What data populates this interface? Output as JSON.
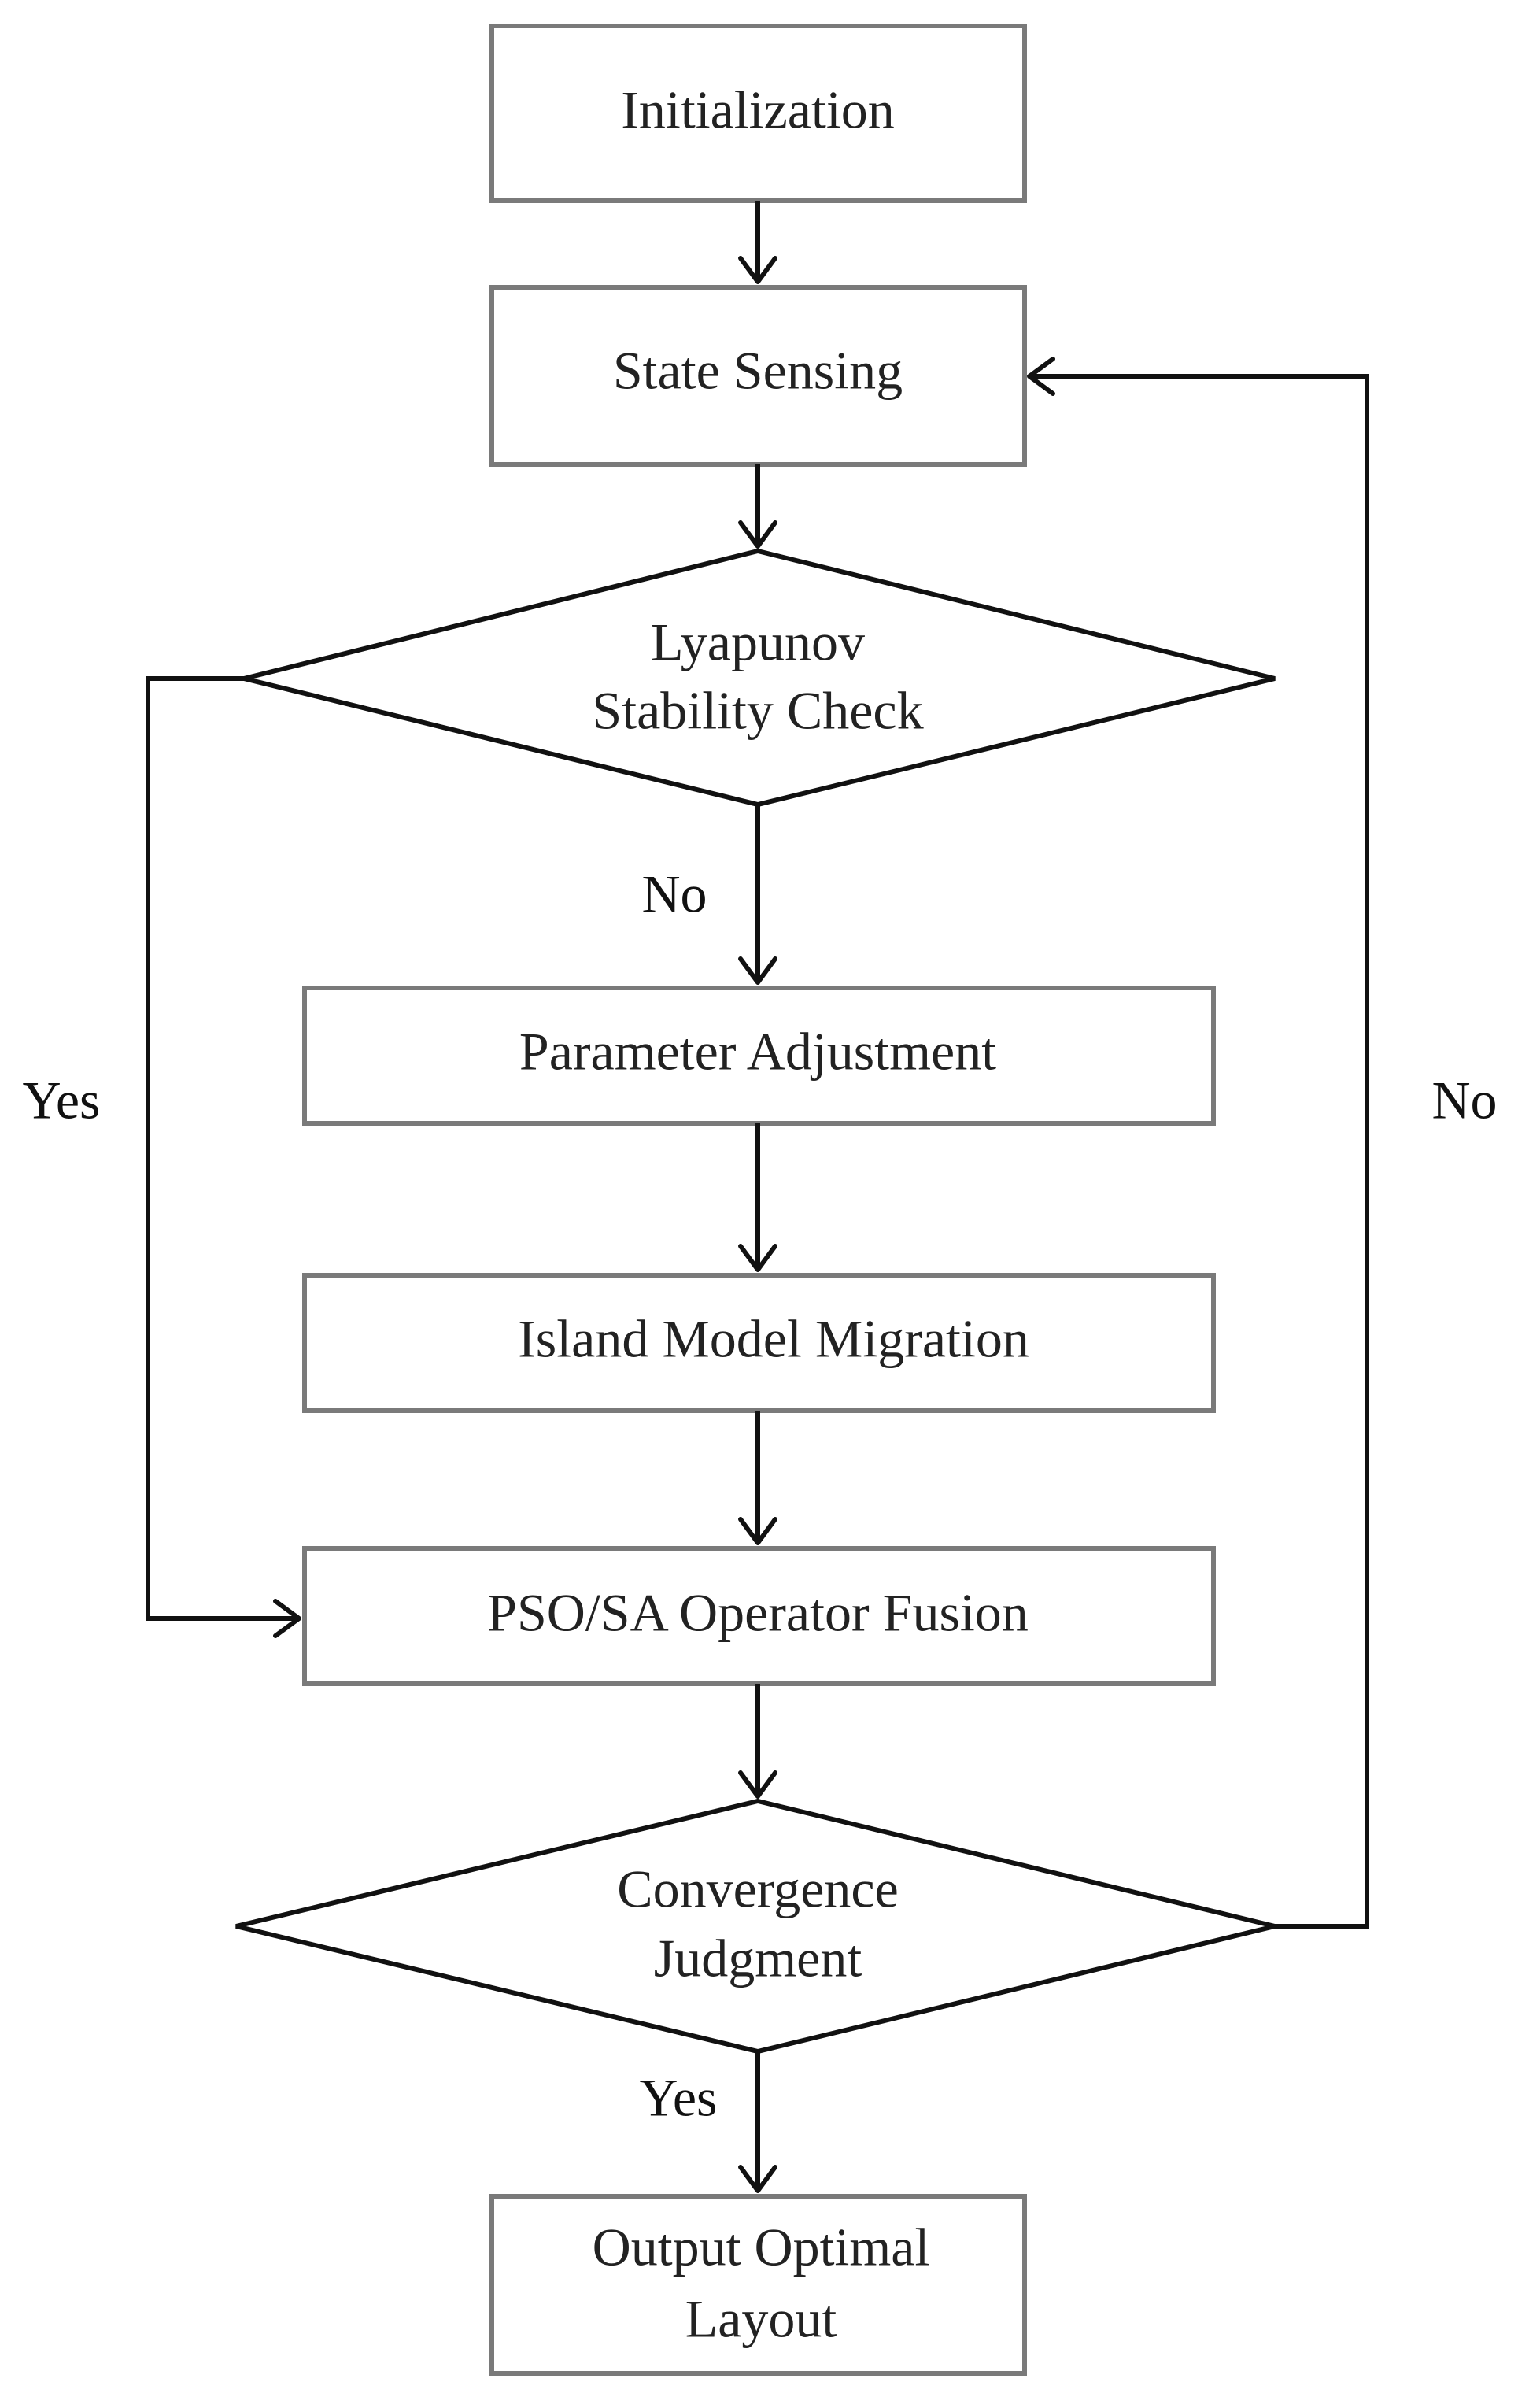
{
  "nodes": {
    "initialization": "Initialization",
    "state_sensing": "State Sensing",
    "lyapunov": [
      "Lyapunov",
      "Stability Check"
    ],
    "parameter_adjustment": "Parameter Adjustment",
    "island_migration": "Island Model Migration",
    "pso_sa_fusion": "PSO/SA Operator Fusion",
    "convergence": [
      "Convergence",
      "Judgment"
    ],
    "output": [
      "Output Optimal",
      "Layout"
    ]
  },
  "edge_labels": {
    "lyapunov_no": "No",
    "lyapunov_yes": "Yes",
    "convergence_no": "No",
    "convergence_yes": "Yes"
  }
}
